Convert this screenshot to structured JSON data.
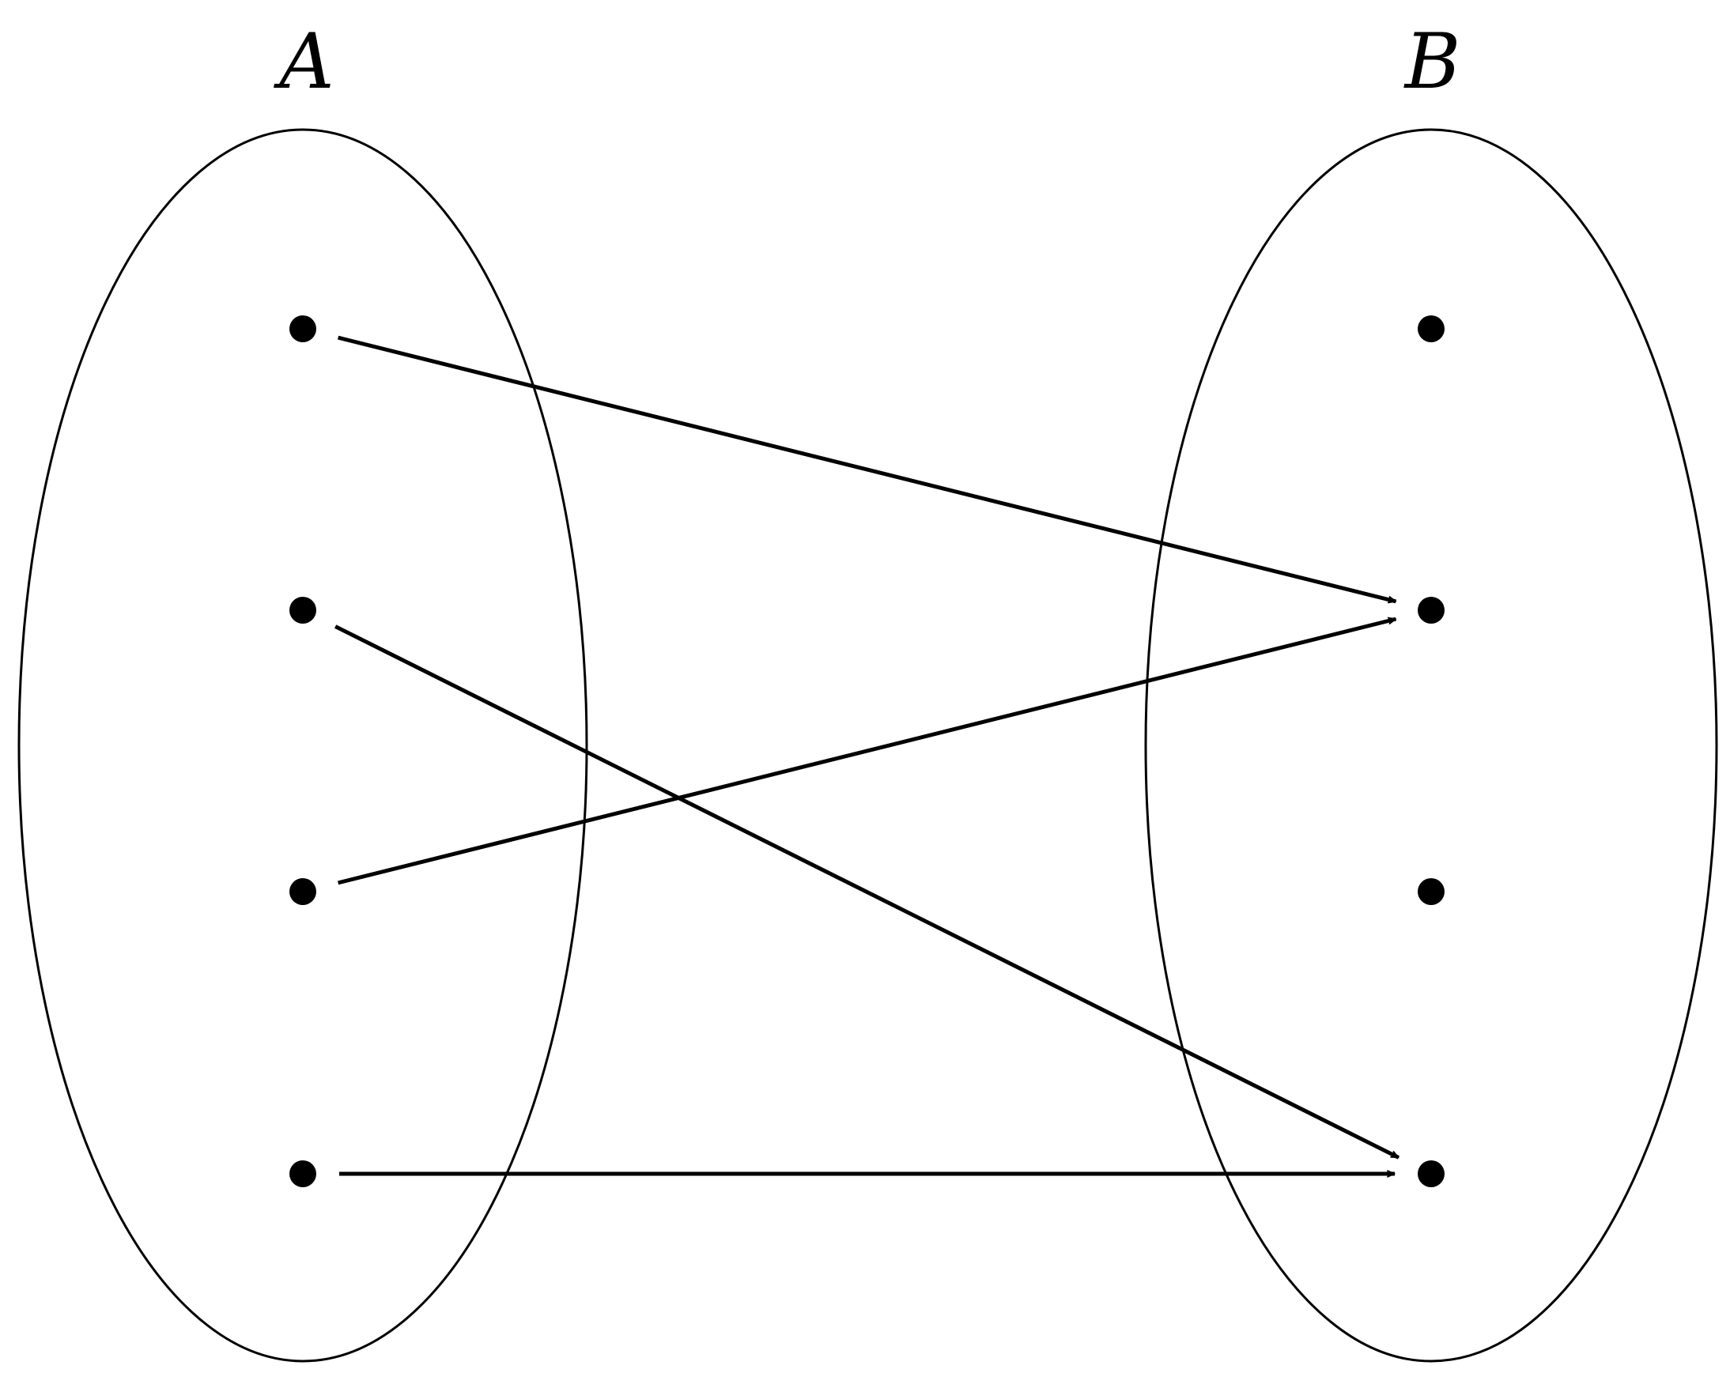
{
  "diagram": {
    "sets": [
      {
        "id": "A",
        "label": "A"
      },
      {
        "id": "B",
        "label": "B"
      }
    ],
    "elements": {
      "A": [
        "a1",
        "a2",
        "a3",
        "a4"
      ],
      "B": [
        "b1",
        "b2",
        "b3",
        "b4"
      ]
    },
    "mappings": [
      {
        "from": "a1",
        "to": "b2"
      },
      {
        "from": "a2",
        "to": "b4"
      },
      {
        "from": "a3",
        "to": "b2"
      },
      {
        "from": "a4",
        "to": "b4"
      }
    ],
    "colors": {
      "stroke": "#000000",
      "background": "#ffffff"
    }
  }
}
